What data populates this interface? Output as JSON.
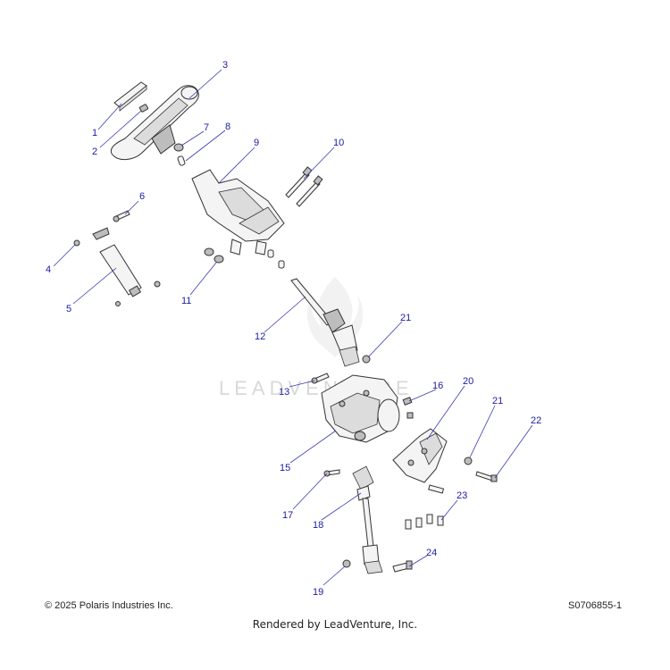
{
  "watermark": "LEADVENTURE",
  "footer": {
    "copyright": "© 2025 Polaris Industries Inc.",
    "drawing_id": "S0706855-1",
    "rendered_by": "Rendered by LeadVenture, Inc."
  },
  "callouts": {
    "c1": "1",
    "c2": "2",
    "c3": "3",
    "c4": "4",
    "c5": "5",
    "c6": "6",
    "c7": "7",
    "c8": "8",
    "c9": "9",
    "c10": "10",
    "c11": "11",
    "c12": "12",
    "c13": "13",
    "c15": "15",
    "c16": "16",
    "c17": "17",
    "c18": "18",
    "c19": "19",
    "c20": "20",
    "c21a": "21",
    "c21b": "21",
    "c22": "22",
    "c23": "23",
    "c24": "24"
  },
  "colors": {
    "callout": "#1a1aa6",
    "leader": "#3a3ab0",
    "outline": "#333333"
  }
}
